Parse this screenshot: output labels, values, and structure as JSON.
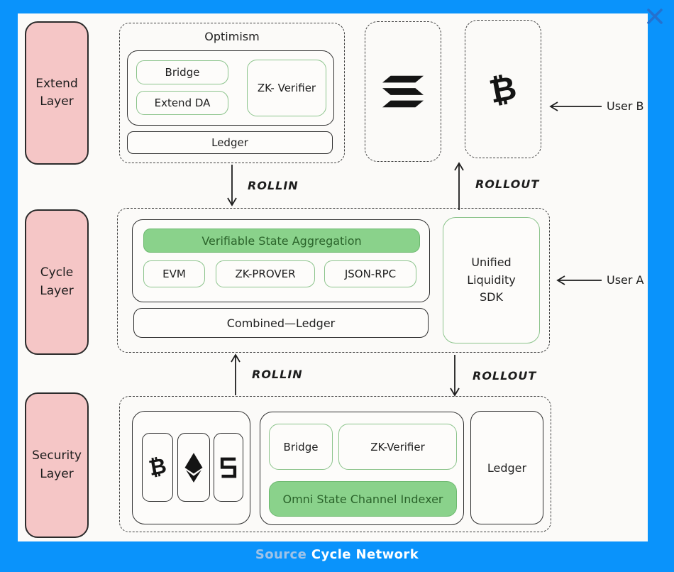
{
  "colors": {
    "frame_blue": "#0a93fb",
    "panel_white": "#fbfaf8",
    "layer_pink": "#f5c6c6",
    "green_fill": "#8ad28b",
    "green_text": "#2b642b",
    "green_border": "#8cc48c",
    "ink": "#222222",
    "close_icon_blue": "#2471cf"
  },
  "icons": {
    "close": "close-icon (x)",
    "solana": "solana-icon (three slanted bars)",
    "bitcoin": "bitcoin-icon (₿)",
    "ethereum": "ethereum-icon (diamond + chevron)",
    "s_chain": "s-chain-icon (blocky S)"
  },
  "layers": {
    "extend": "Extend Layer",
    "cycle": "Cycle Layer",
    "security": "Security Layer"
  },
  "optimism": {
    "title": "Optimism",
    "bridge": "Bridge",
    "extend_da": "Extend DA",
    "zk_verifier": "ZK- Verifier",
    "ledger": "Ledger"
  },
  "flows": {
    "rollin_top": "ROLLIN",
    "rollout_top": "ROLLOUT",
    "rollin_bottom": "ROLLIN",
    "rollout_bottom": "ROLLOUT"
  },
  "users": {
    "user_a": "User A",
    "user_b": "User B"
  },
  "cycle_group": {
    "vsa": "Verifiable State Aggregation",
    "evm": "EVM",
    "zk_prover": "ZK-PROVER",
    "json_rpc": "JSON-RPC",
    "combined_ledger": "Combined—Ledger",
    "unified_liquidity_sdk": "Unified Liquidity SDK"
  },
  "security_group": {
    "bridge": "Bridge",
    "zk_verifier": "ZK-Verifier",
    "omni_indexer": "Omni State Channel Indexer",
    "ledger": "Ledger"
  },
  "glyphs": {
    "bitcoin": "₿"
  },
  "caption": {
    "source_label": "Source",
    "source_name": "Cycle Network"
  }
}
